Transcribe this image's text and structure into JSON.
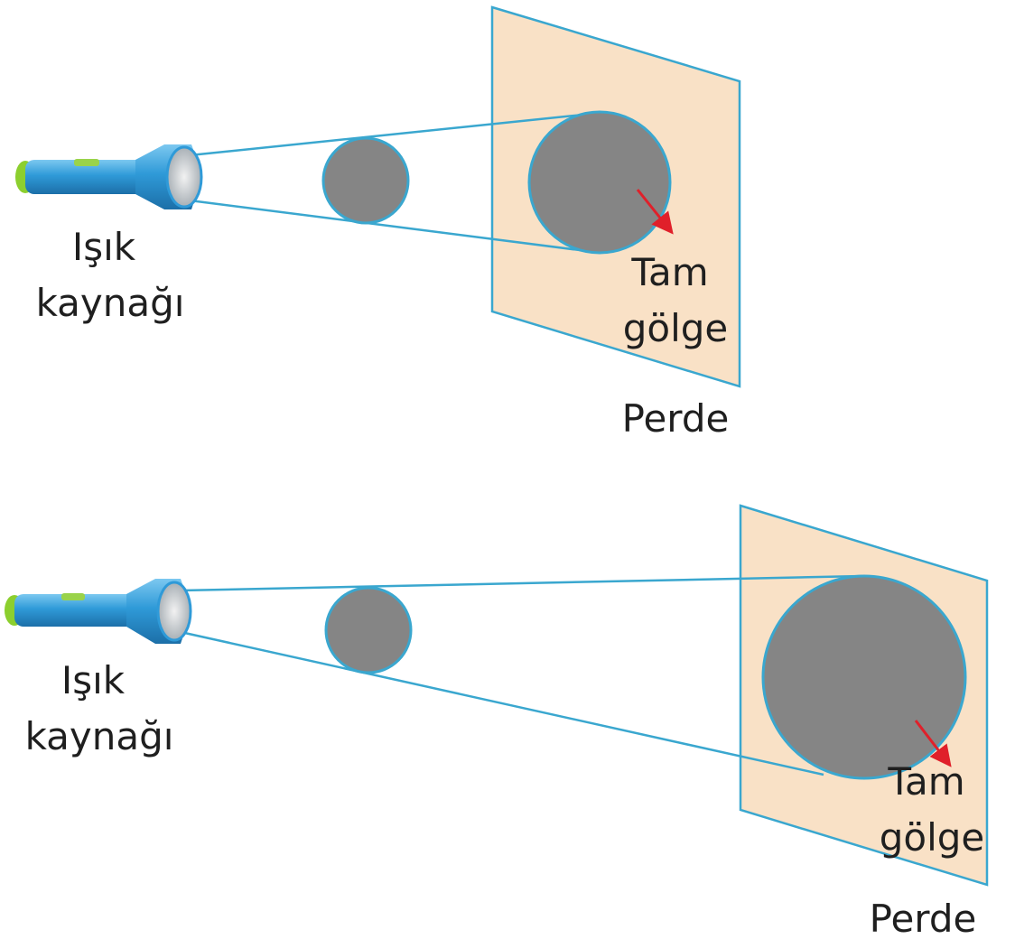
{
  "colors": {
    "screen": "#f9e1c6",
    "outline": "#3aa7cf",
    "object": "#858585",
    "arrow": "#e0202a",
    "flashlight_body": "#2f9ad8",
    "flashlight_cap": "#8ccf2e",
    "flashlight_switch": "#9ad34a",
    "text": "#1f1f1f"
  },
  "panels": [
    {
      "light_source_line1": "Işık",
      "light_source_line2": "kaynağı",
      "shadow_line1": "Tam",
      "shadow_line2": "gölge",
      "screen_label": "Perde"
    },
    {
      "light_source_line1": "Işık",
      "light_source_line2": "kaynağı",
      "shadow_line1": "Tam",
      "shadow_line2": "gölge",
      "screen_label": "Perde"
    }
  ]
}
